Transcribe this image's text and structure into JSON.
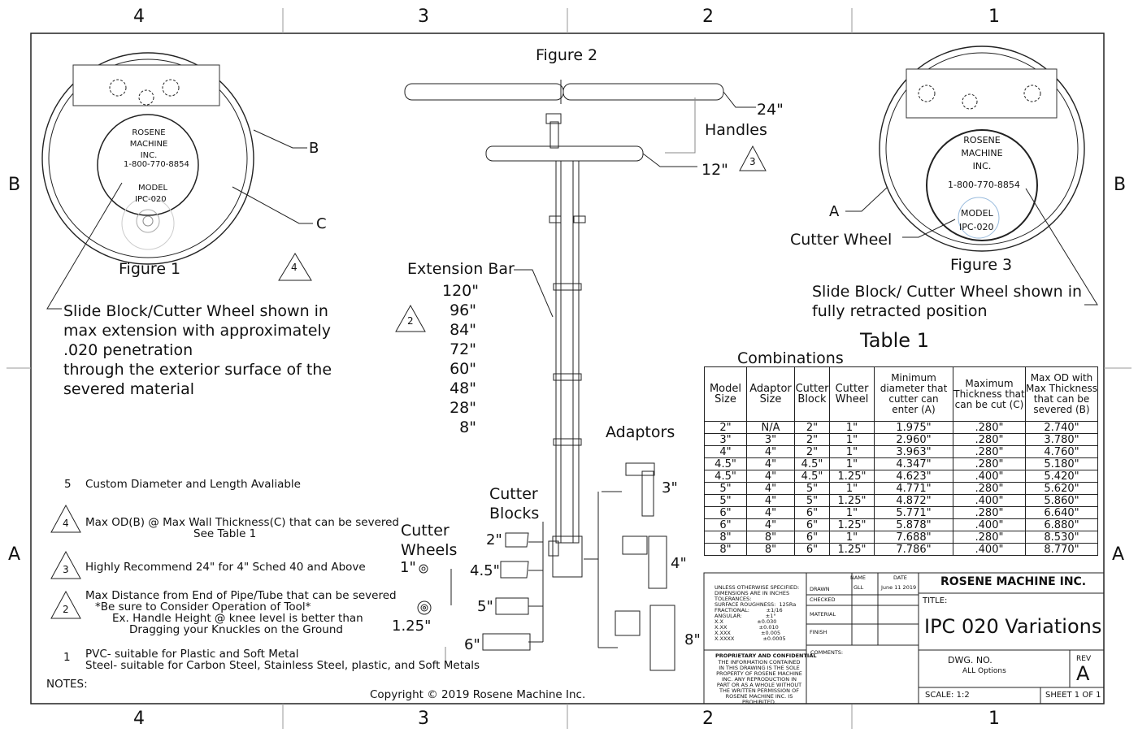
{
  "border": {
    "top_zones": [
      "4",
      "3",
      "2",
      "1"
    ],
    "bottom_zones": [
      "4",
      "3",
      "2",
      "1"
    ],
    "side_zones": [
      "B",
      "A"
    ]
  },
  "figure1": {
    "title": "Figure 1",
    "callout_b": "B",
    "callout_c": "C",
    "plate_lines": [
      "ROSENE",
      "MACHINE",
      "INC.",
      "1-800-770-8854",
      "MODEL",
      "IPC-020"
    ],
    "note_lines": [
      "Slide Block/Cutter Wheel shown in",
      "max extension with approximately",
      ".020 penetration",
      "through the exterior surface of the",
      "severed material"
    ],
    "triangle": "4"
  },
  "figure2": {
    "title": "Figure 2",
    "handles_label": "Handles",
    "handle_24": "24\"",
    "handle_12": "12\"",
    "handles_triangle": "3",
    "extension_label": "Extension Bar",
    "extension_lengths": [
      "120\"",
      "96\"",
      "84\"",
      "72\"",
      "60\"",
      "48\"",
      "28\"",
      "8\""
    ],
    "extension_triangle": "2",
    "cutter_blocks_label": [
      "Cutter",
      "Blocks"
    ],
    "cutter_blocks": [
      "2\"",
      "4.5\"",
      "5\"",
      "6\""
    ],
    "cutter_wheels_label": [
      "Cutter",
      "Wheels"
    ],
    "cutter_wheels": [
      "1\"",
      "1.25\""
    ],
    "adaptors_label": "Adaptors",
    "adaptors": [
      "3\"",
      "4\"",
      "8\""
    ]
  },
  "figure3": {
    "title": "Figure 3",
    "callout_a": "A",
    "cutter_wheel": "Cutter Wheel",
    "plate_lines": [
      "ROSENE",
      "MACHINE",
      "INC.",
      "1-800-770-8854",
      "MODEL",
      "IPC-020"
    ],
    "note_lines": [
      "Slide Block/ Cutter Wheel shown in",
      "fully retracted position"
    ]
  },
  "table1": {
    "title": "Table 1",
    "subtitle": "Combinations",
    "headers": [
      "Model Size",
      "Adaptor Size",
      "Cutter Block",
      "Cutter Wheel",
      "Minimum diameter that cutter can enter (A)",
      "Maximum Thickness that can be cut (C)",
      "Max OD with Max Thickness that can be severed (B)"
    ],
    "rows": [
      [
        "2\"",
        "N/A",
        "2\"",
        "1\"",
        "1.975\"",
        ".280\"",
        "2.740\""
      ],
      [
        "3\"",
        "3\"",
        "2\"",
        "1\"",
        "2.960\"",
        ".280\"",
        "3.780\""
      ],
      [
        "4\"",
        "4\"",
        "2\"",
        "1\"",
        "3.963\"",
        ".280\"",
        "4.760\""
      ],
      [
        "4.5\"",
        "4\"",
        "4.5\"",
        "1\"",
        "4.347\"",
        ".280\"",
        "5.180\""
      ],
      [
        "4.5\"",
        "4\"",
        "4.5\"",
        "1.25\"",
        "4.623\"",
        ".400\"",
        "5.420\""
      ],
      [
        "5\"",
        "4\"",
        "5\"",
        "1\"",
        "4.771\"",
        ".280\"",
        "5.620\""
      ],
      [
        "5\"",
        "4\"",
        "5\"",
        "1.25\"",
        "4.872\"",
        ".400\"",
        "5.860\""
      ],
      [
        "6\"",
        "4\"",
        "6\"",
        "1\"",
        "5.771\"",
        ".280\"",
        "6.640\""
      ],
      [
        "6\"",
        "4\"",
        "6\"",
        "1.25\"",
        "5.878\"",
        ".400\"",
        "6.880\""
      ],
      [
        "8\"",
        "8\"",
        "6\"",
        "1\"",
        "7.688\"",
        ".280\"",
        "8.530\""
      ],
      [
        "8\"",
        "8\"",
        "6\"",
        "1.25\"",
        "7.786\"",
        ".400\"",
        "8.770\""
      ]
    ]
  },
  "notes": {
    "label": "NOTES:",
    "n5": {
      "marker": "5",
      "text": "Custom Diameter and Length Avaliable"
    },
    "n4": {
      "marker": "4",
      "line1": "Max OD(B) @ Max Wall Thickness(C) that can be severed",
      "line2": "See Table 1"
    },
    "n3": {
      "marker": "3",
      "text": "Highly Recommend 24\" for 4\" Sched 40 and Above"
    },
    "n2": {
      "marker": "2",
      "line1": "Max Distance from End of Pipe/Tube that can be severed",
      "line2": "*Be sure to Consider Operation of Tool*",
      "line3": "Ex. Handle Height @ knee level is better than",
      "line4": "Dragging your Knuckles on the Ground"
    },
    "n1": {
      "marker": "1",
      "line1": "PVC- suitable for Plastic and Soft Metal",
      "line2": "Steel- suitable for Carbon Steel, Stainless Steel, plastic, and Soft Metals"
    }
  },
  "copyright": "Copyright © 2019 Rosene Machine Inc.",
  "title_block": {
    "spec_lines": [
      "UNLESS OTHERWISE SPECIFIED:",
      "DIMENSIONS ARE IN INCHES",
      "TOLERANCES:",
      "SURFACE ROUGHNESS:  125Ra",
      "FRACTIONAL:          ±1/16",
      "ANGULAR:              ±1°",
      "X.X                    ±0.030",
      "X.XX                   ±0.010",
      "X.XXX                  ±0.005",
      "X.XXXX                 ±0.0005"
    ],
    "proprietary_title": "PROPRIETARY AND CONFIDENTIAL",
    "proprietary_text": "THE INFORMATION CONTAINED IN THIS DRAWING IS THE SOLE PROPERTY OF ROSENE MACHINE INC. ANY REPRODUCTION IN PART OR AS A WHOLE WITHOUT THE WRITTEN PERMISSION OF ROSENE MACHINE INC. IS PROHIBITED.",
    "col_name": "NAME",
    "col_date": "DATE",
    "drawn_label": "DRAWN",
    "drawn_name": "GLL",
    "drawn_date": "June 11 2019",
    "checked": "CHECKED",
    "material": "MATERIAL",
    "finish": "FINISH",
    "comments": "COMMENTS:",
    "company": "ROSENE MACHINE INC.",
    "title_label": "TITLE:",
    "title": "IPC 020 Variations",
    "dwg_no_label": "DWG.  NO.",
    "dwg_no": "ALL Options",
    "rev_label": "REV",
    "rev": "A",
    "scale": "SCALE: 1:2",
    "sheet": "SHEET 1 OF 1"
  }
}
